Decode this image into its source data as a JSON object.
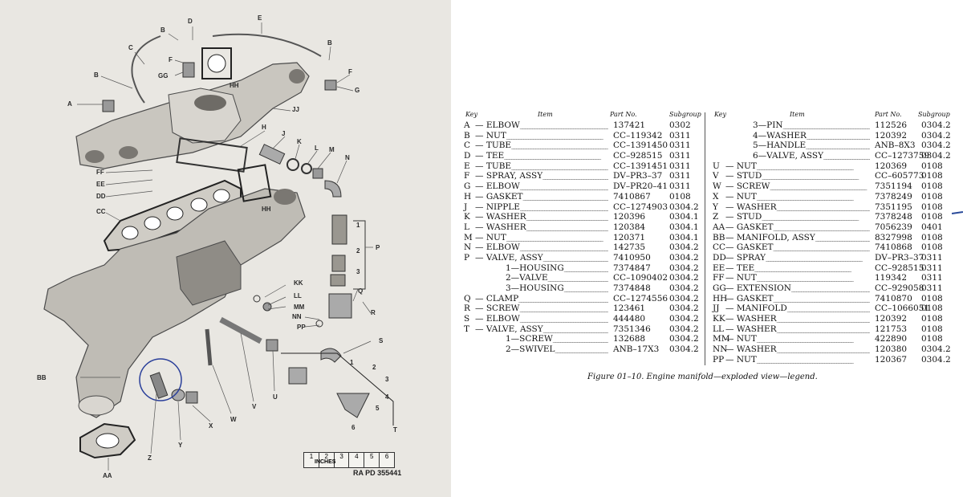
{
  "diagram": {
    "callouts": [
      "A",
      "B",
      "C",
      "B",
      "D",
      "E",
      "F",
      "GG",
      "HH",
      "B",
      "F",
      "G",
      "JJ",
      "H",
      "J",
      "K",
      "L",
      "M",
      "N",
      "FF",
      "EE",
      "DD",
      "CC",
      "HH",
      "1",
      "2",
      "3",
      "P",
      "KK",
      "LL",
      "MM",
      "NN",
      "PP",
      "Q",
      "R",
      "S",
      "V",
      "W",
      "U",
      "T",
      "1",
      "2",
      "3",
      "4",
      "5",
      "6",
      "BB",
      "Y",
      "X",
      "Z",
      "AA"
    ],
    "scale_numbers": [
      "1",
      "2",
      "3",
      "4",
      "5",
      "6"
    ],
    "scale_unit": "INCHES",
    "ra_code": "RA PD  355441"
  },
  "legend": {
    "headers": {
      "key": "Key",
      "item": "Item",
      "part": "Part No.",
      "subgroup": "Subgroup"
    },
    "left_rows": [
      {
        "key": "A",
        "item": "— ELBOW",
        "part": "137421",
        "sub": "0302",
        "indent": 0
      },
      {
        "key": "B",
        "item": "— NUT",
        "part": "CC–119342",
        "sub": "0311",
        "indent": 0
      },
      {
        "key": "C",
        "item": "— TUBE",
        "part": "CC–1391450",
        "sub": "0311",
        "indent": 0
      },
      {
        "key": "D",
        "item": "— TEE",
        "part": "CC–928515",
        "sub": "0311",
        "indent": 0
      },
      {
        "key": "E",
        "item": "— TUBE",
        "part": "CC–1391451",
        "sub": "0311",
        "indent": 0
      },
      {
        "key": "F",
        "item": "— SPRAY, ASSY",
        "part": "DV–PR3–37",
        "sub": "0311",
        "indent": 0
      },
      {
        "key": "G",
        "item": "— ELBOW",
        "part": "DV–PR20–41",
        "sub": "0311",
        "indent": 0
      },
      {
        "key": "H",
        "item": "— GASKET",
        "part": "7410867",
        "sub": "0108",
        "indent": 0
      },
      {
        "key": "J",
        "item": "— NIPPLE",
        "part": "CC–1274903",
        "sub": "0304.2",
        "indent": 0
      },
      {
        "key": "K",
        "item": "— WASHER",
        "part": "120396",
        "sub": "0304.1",
        "indent": 0
      },
      {
        "key": "L",
        "item": "— WASHER",
        "part": "120384",
        "sub": "0304.1",
        "indent": 0
      },
      {
        "key": "M",
        "item": "— NUT",
        "part": "120371",
        "sub": "0304.1",
        "indent": 0
      },
      {
        "key": "N",
        "item": "— ELBOW",
        "part": "142735",
        "sub": "0304.2",
        "indent": 0
      },
      {
        "key": "P",
        "item": "— VALVE, ASSY",
        "part": "7410950",
        "sub": "0304.2",
        "indent": 0
      },
      {
        "key": "",
        "item": "1—HOUSING",
        "part": "7374847",
        "sub": "0304.2",
        "indent": 1
      },
      {
        "key": "",
        "item": "2—VALVE",
        "part": "CC–1090402",
        "sub": "0304.2",
        "indent": 1
      },
      {
        "key": "",
        "item": "3—HOUSING",
        "part": "7374848",
        "sub": "0304.2",
        "indent": 1
      },
      {
        "key": "Q",
        "item": "— CLAMP",
        "part": "CC–1274556",
        "sub": "0304.2",
        "indent": 0
      },
      {
        "key": "R",
        "item": "— SCREW",
        "part": "123461",
        "sub": "0304.2",
        "indent": 0
      },
      {
        "key": "S",
        "item": "— ELBOW",
        "part": "444480",
        "sub": "0304.2",
        "indent": 0
      },
      {
        "key": "T",
        "item": "— VALVE, ASSY",
        "part": "7351346",
        "sub": "0304.2",
        "indent": 0
      },
      {
        "key": "",
        "item": "1—SCREW",
        "part": "132688",
        "sub": "0304.2",
        "indent": 1
      },
      {
        "key": "",
        "item": "2—SWIVEL",
        "part": "ANB–17X3",
        "sub": "0304.2",
        "indent": 1
      }
    ],
    "right_rows": [
      {
        "key": "",
        "item": "3—PIN",
        "part": "112526",
        "sub": "0304.2",
        "indent": 1
      },
      {
        "key": "",
        "item": "4—WASHER",
        "part": "120392",
        "sub": "0304.2",
        "indent": 1
      },
      {
        "key": "",
        "item": "5—HANDLE",
        "part": "ANB–8X3",
        "sub": "0304.2",
        "indent": 1
      },
      {
        "key": "",
        "item": "6—VALVE, ASSY",
        "part": "CC–1273759",
        "sub": "0304.2",
        "indent": 1
      },
      {
        "key": "U",
        "item": "— NUT",
        "part": "120369",
        "sub": "0108",
        "indent": 0
      },
      {
        "key": "V",
        "item": "— STUD",
        "part": "CC–605773",
        "sub": "0108",
        "indent": 0
      },
      {
        "key": "W",
        "item": "— SCREW",
        "part": "7351194",
        "sub": "0108",
        "indent": 0
      },
      {
        "key": "X",
        "item": "— NUT",
        "part": "7378249",
        "sub": "0108",
        "indent": 0
      },
      {
        "key": "Y",
        "item": "— WASHER",
        "part": "7351195",
        "sub": "0108",
        "indent": 0
      },
      {
        "key": "Z",
        "item": "— STUD",
        "part": "7378248",
        "sub": "0108",
        "indent": 0
      },
      {
        "key": "AA",
        "item": "— GASKET",
        "part": "7056239",
        "sub": "0401",
        "indent": 0
      },
      {
        "key": "BB",
        "item": "— MANIFOLD, ASSY",
        "part": "8327998",
        "sub": "0108",
        "indent": 0
      },
      {
        "key": "CC",
        "item": "— GASKET",
        "part": "7410868",
        "sub": "0108",
        "indent": 0
      },
      {
        "key": "DD",
        "item": "— SPRAY",
        "part": "DV–PR3–37",
        "sub": "0311",
        "indent": 0
      },
      {
        "key": "EE",
        "item": "— TEE",
        "part": "CC–928515",
        "sub": "0311",
        "indent": 0
      },
      {
        "key": "FF",
        "item": "— NUT",
        "part": "119342",
        "sub": "0311",
        "indent": 0
      },
      {
        "key": "GG",
        "item": "— EXTENSION",
        "part": "CC–929058",
        "sub": "0311",
        "indent": 0
      },
      {
        "key": "HH",
        "item": "— GASKET",
        "part": "7410870",
        "sub": "0108",
        "indent": 0
      },
      {
        "key": "JJ",
        "item": "— MANIFOLD",
        "part": "CC–1066051",
        "sub": "0108",
        "indent": 0
      },
      {
        "key": "KK",
        "item": "— WASHER",
        "part": "120392",
        "sub": "0108",
        "indent": 0
      },
      {
        "key": "LL",
        "item": "— WASHER",
        "part": "121753",
        "sub": "0108",
        "indent": 0
      },
      {
        "key": "MM",
        "item": "— NUT",
        "part": "422890",
        "sub": "0108",
        "indent": 0
      },
      {
        "key": "NN",
        "item": "— WASHER",
        "part": "120380",
        "sub": "0304.2",
        "indent": 0
      },
      {
        "key": "PP",
        "item": "— NUT",
        "part": "120367",
        "sub": "0304.2",
        "indent": 0
      }
    ],
    "caption": "Figure 01–10. Engine manifold—exploded view—legend."
  }
}
